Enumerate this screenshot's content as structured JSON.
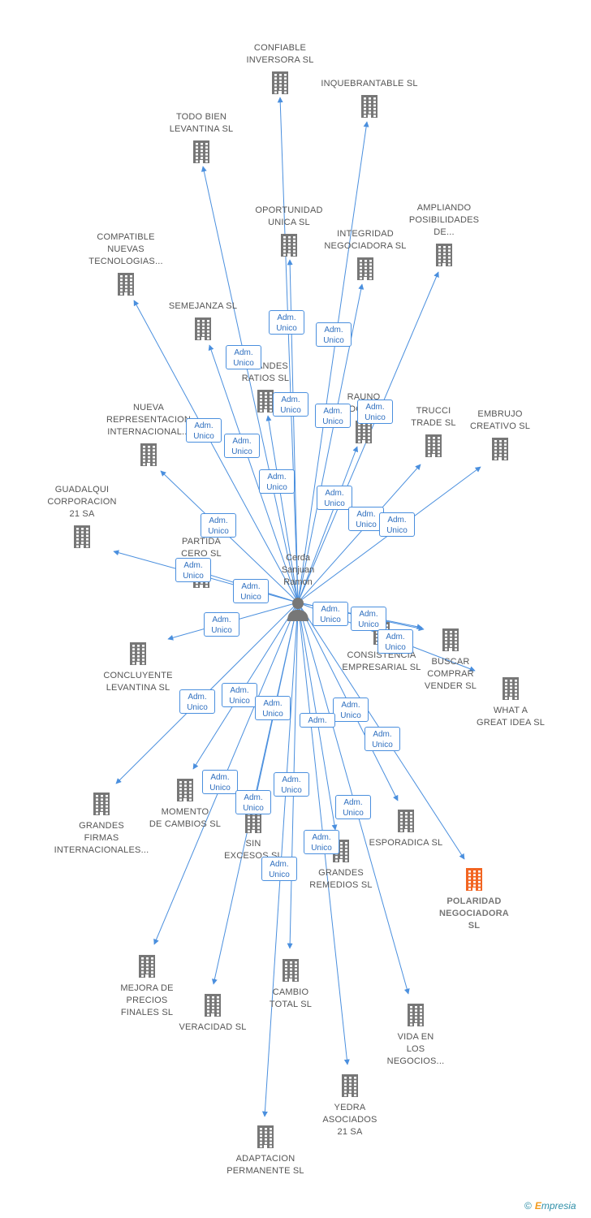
{
  "center": {
    "lines": [
      "Cerda",
      "Sanjuan",
      "Ramon"
    ]
  },
  "colors": {
    "edge": "#4a8fde",
    "building": "#777777",
    "highlight": "#f26522",
    "badge_text": "#2f6fbf"
  },
  "icons": {
    "building": "building-icon",
    "person": "person-icon"
  },
  "nodes": [
    {
      "id": "confiable",
      "lines": [
        "CONFIABLE",
        "INVERSORA SL"
      ]
    },
    {
      "id": "inquebrantable",
      "lines": [
        "INQUEBRANTABLE SL"
      ]
    },
    {
      "id": "todo-bien",
      "lines": [
        "TODO BIEN",
        "LEVANTINA SL"
      ]
    },
    {
      "id": "oportunidad",
      "lines": [
        "OPORTUNIDAD",
        "UNICA SL"
      ]
    },
    {
      "id": "integridad",
      "lines": [
        "INTEGRIDAD",
        "NEGOCIADORA SL"
      ]
    },
    {
      "id": "ampliando",
      "lines": [
        "AMPLIANDO",
        "POSIBILIDADES",
        "DE..."
      ]
    },
    {
      "id": "compatible",
      "lines": [
        "COMPATIBLE",
        "NUEVAS",
        "TECNOLOGIAS..."
      ]
    },
    {
      "id": "semejanza",
      "lines": [
        "SEMEJANZA SL"
      ]
    },
    {
      "id": "grandes-ratios",
      "lines": [
        "GRANDES",
        "RATIOS SL"
      ]
    },
    {
      "id": "rauno",
      "lines": [
        "RAUNO",
        "ASOCIADOS"
      ]
    },
    {
      "id": "trucci",
      "lines": [
        "TRUCCI",
        "TRADE SL"
      ]
    },
    {
      "id": "embrujo",
      "lines": [
        "EMBRUJO",
        "CREATIVO SL"
      ]
    },
    {
      "id": "nueva-rep",
      "lines": [
        "NUEVA",
        "REPRESENTACION",
        "INTERNACIONAL..."
      ]
    },
    {
      "id": "guadalqui",
      "lines": [
        "GUADALQUI",
        "CORPORACION",
        "21 SA"
      ]
    },
    {
      "id": "partida",
      "lines": [
        "PARTIDA",
        "CERO SL"
      ]
    },
    {
      "id": "concluyente",
      "lines": [
        "CONCLUYENTE",
        "LEVANTINA SL"
      ]
    },
    {
      "id": "consistencia",
      "lines": [
        "CONSISTENCIA",
        "EMPRESARIAL SL"
      ]
    },
    {
      "id": "buscar",
      "lines": [
        "BUSCAR",
        "COMPRAR",
        "VENDER SL"
      ]
    },
    {
      "id": "what-a",
      "lines": [
        "WHAT A",
        "GREAT IDEA SL"
      ]
    },
    {
      "id": "grandes-firmas",
      "lines": [
        "GRANDES",
        "FIRMAS",
        "INTERNACIONALES..."
      ]
    },
    {
      "id": "momento",
      "lines": [
        "MOMENTO",
        "DE CAMBIOS SL"
      ]
    },
    {
      "id": "sin-excesos",
      "lines": [
        "SIN",
        "EXCESOS SL"
      ]
    },
    {
      "id": "grandes-remedios",
      "lines": [
        "GRANDES",
        "REMEDIOS SL"
      ]
    },
    {
      "id": "esporadica",
      "lines": [
        "ESPORADICA SL"
      ]
    },
    {
      "id": "polaridad",
      "lines": [
        "POLARIDAD",
        "NEGOCIADORA",
        "SL"
      ],
      "highlight": true
    },
    {
      "id": "mejora",
      "lines": [
        "MEJORA DE",
        "PRECIOS",
        "FINALES SL"
      ]
    },
    {
      "id": "veracidad",
      "lines": [
        "VERACIDAD SL"
      ]
    },
    {
      "id": "cambio-total",
      "lines": [
        "CAMBIO",
        "TOTAL SL"
      ]
    },
    {
      "id": "vida",
      "lines": [
        "VIDA EN",
        "LOS",
        "NEGOCIOS..."
      ]
    },
    {
      "id": "yedra",
      "lines": [
        "YEDRA",
        "ASOCIADOS",
        "21 SA"
      ]
    },
    {
      "id": "adaptacion",
      "lines": [
        "ADAPTACION",
        "PERMANENTE SL"
      ]
    }
  ],
  "badges": [
    {
      "lines": [
        "Adm.",
        "Unico"
      ]
    },
    {
      "lines": [
        "Adm.",
        "Unico"
      ]
    },
    {
      "lines": [
        "Adm.",
        "Unico"
      ]
    },
    {
      "lines": [
        "Adm.",
        "Unico"
      ]
    },
    {
      "lines": [
        "Adm.",
        "Unico"
      ]
    },
    {
      "lines": [
        "Adm.",
        "Unico"
      ]
    },
    {
      "lines": [
        "Adm.",
        "Unico"
      ]
    },
    {
      "lines": [
        "Adm.",
        "Unico"
      ]
    },
    {
      "lines": [
        "Adm.",
        "Unico"
      ]
    },
    {
      "lines": [
        "Adm.",
        "Unico"
      ]
    },
    {
      "lines": [
        "Adm.",
        "Unico"
      ]
    },
    {
      "lines": [
        "Adm.",
        "Unico"
      ]
    },
    {
      "lines": [
        "Adm.",
        "Unico"
      ]
    },
    {
      "lines": [
        "Adm.",
        "Unico"
      ]
    },
    {
      "lines": [
        "Adm.",
        "Unico"
      ]
    },
    {
      "lines": [
        "Adm.",
        "Unico"
      ]
    },
    {
      "lines": [
        "Adm.",
        "Unico"
      ]
    },
    {
      "lines": [
        "Adm.",
        "Unico"
      ]
    },
    {
      "lines": [
        "Adm.",
        "Unico"
      ]
    },
    {
      "lines": [
        "Adm.",
        "Unico"
      ]
    },
    {
      "lines": [
        "Adm.",
        "Unico"
      ]
    },
    {
      "lines": [
        "Adm.",
        "Unico"
      ]
    },
    {
      "lines": [
        "Adm.",
        "Unico"
      ]
    },
    {
      "lines": [
        "Adm.",
        "Unico"
      ]
    },
    {
      "lines": [
        "Adm.",
        "Unico"
      ]
    },
    {
      "lines": [
        "Adm.",
        "Unico"
      ]
    },
    {
      "lines": [
        "Adm.",
        "Unico"
      ]
    },
    {
      "lines": [
        "Adm.",
        "Unico"
      ]
    },
    {
      "lines": [
        "Adm.",
        "Unico"
      ]
    },
    {
      "lines": [
        "Adm.",
        "Unico"
      ]
    },
    {
      "lines": [
        "Adm."
      ]
    }
  ],
  "brand": {
    "copyright": "©",
    "initial": "E",
    "rest": "mpresia"
  }
}
